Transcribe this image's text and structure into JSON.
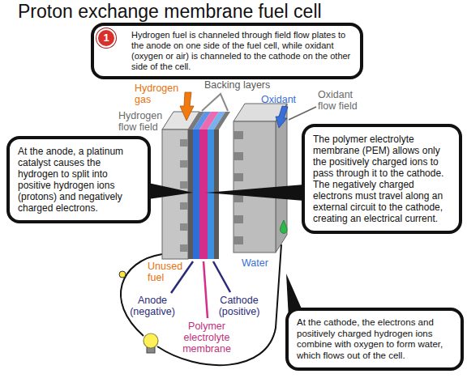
{
  "diagram": {
    "title": "Proton exchange membrane fuel cell",
    "nodes": [
      {
        "text": [
          "Hydrogen fuel is channeled through field flow plates to the anode on one side of the fuel cell, while oxidant (oxygen or air) is channeled to the cathode on the other side of the cell."
        ]
      },
      {
        "text": [
          "At the anode, a platinum catalyst causes the hydrogen to split into positive hydrogen ions (protons) and negatively charged electrons."
        ]
      },
      {
        "text": [
          "The polymer electrolyte membrane (PEM) allows only the positively charged ions to pass through it to the cathode. The negatively charged electrons must travel along an external circuit to the cathode, creating an electrical current."
        ]
      },
      {
        "text": [
          "At the cathode, the electrons and positively charged hydrogen ions combine with oxygen to form water, which flows out of the cell."
        ]
      }
    ],
    "labels": [
      "1",
      "Backing layers",
      "Hydrogen gas",
      "Oxidant",
      "Oxidant flow field",
      "Hydrogen flow field",
      "Unused fuel",
      "Water",
      "Anode (negative)",
      "Polymer electrolyte membrane",
      "Cathode (positive)"
    ]
  }
}
